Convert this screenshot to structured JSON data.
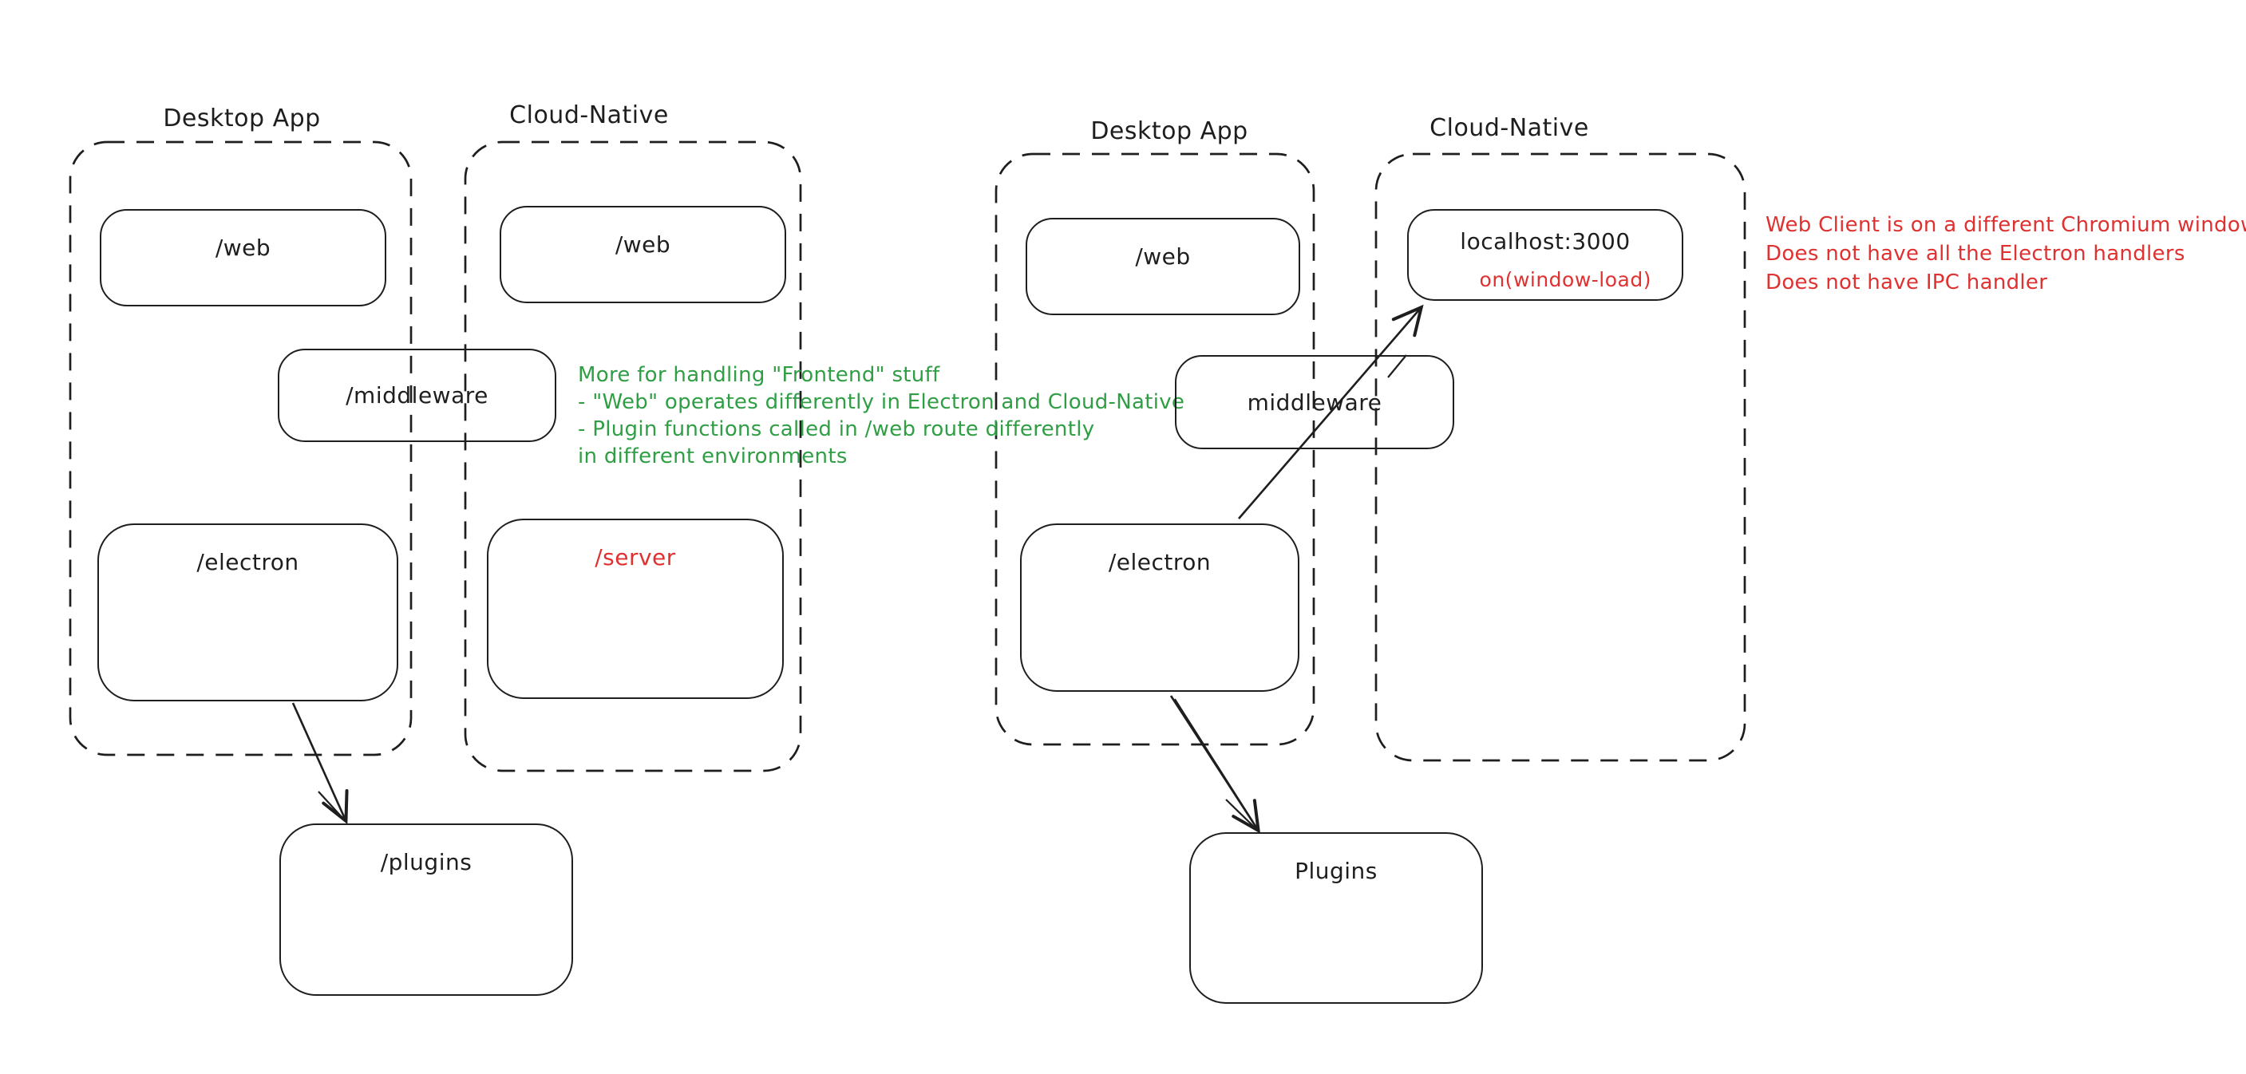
{
  "colors": {
    "ink": "#1e1e1e",
    "red": "#e03131",
    "green": "#2f9e44",
    "background": "#ffffff"
  },
  "left": {
    "desktop_label": "Desktop App",
    "cloud_label": "Cloud-Native",
    "web_desktop": "/web",
    "web_cloud": "/web",
    "middleware": "/middleware",
    "electron": "/electron",
    "server": "/server",
    "plugins": "/plugins",
    "note_green": [
      "More for handling \"Frontend\" stuff",
      "- \"Web\" operates differently in Electron and Cloud-Native",
      "- Plugin functions called in /web route differently",
      "in different environments"
    ]
  },
  "right": {
    "desktop_label": "Desktop App",
    "cloud_label": "Cloud-Native",
    "web": "/web",
    "localhost": "localhost:3000",
    "window_load": "on(window-load)",
    "middleware": "middleware",
    "electron": "/electron",
    "plugins": "Plugins",
    "note_red": [
      "Web Client is on a different Chromium window",
      "Does not have all the Electron handlers",
      "Does not have IPC handler"
    ]
  }
}
